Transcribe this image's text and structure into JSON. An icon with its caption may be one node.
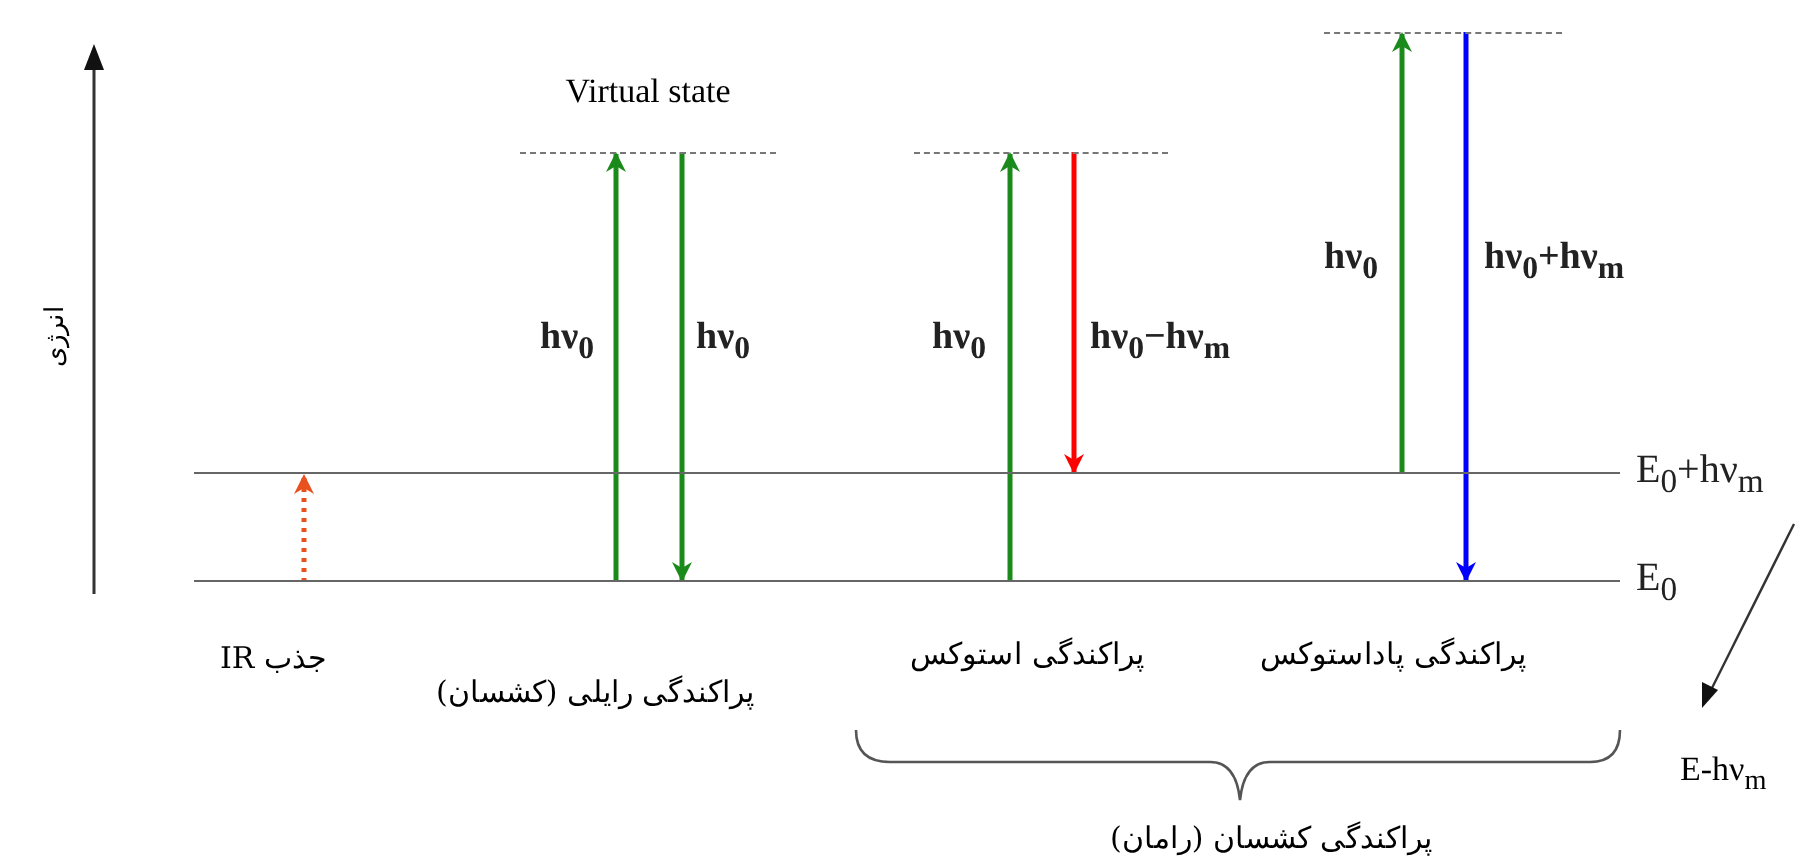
{
  "diagram": {
    "nodes": [
      {
        "text": [
          "Virtual state"
        ]
      },
      {
        "text": [],
        "shape": "bar"
      },
      {
        "text": [],
        "shape": "bar"
      },
      {
        "text": [
          "E$_{0}$+hν$_{m}$"
        ]
      },
      {
        "text": [
          "E$_{0}$"
        ]
      }
    ],
    "edges": [
      {
        "from": 4,
        "to": 3,
        "arrow": "to",
        "style": "dashed",
        "color": "#e8501e"
      },
      {
        "from": 4,
        "to": 0,
        "arrow": "to",
        "label": "hν$_{0}$"
      },
      {
        "from": 0,
        "to": 4,
        "arrow": "to",
        "label": "hν$_{0}$"
      },
      {
        "from": 4,
        "to": 1,
        "arrow": "to",
        "label": "hν$_{0}$"
      },
      {
        "from": 1,
        "to": 3,
        "arrow": "to",
        "label": "hν$_{0}$−hν$_{m}$",
        "color": "#ff0000"
      },
      {
        "from": 3,
        "to": 2,
        "arrow": "to",
        "label": "hν$_{0}$"
      },
      {
        "from": 2,
        "to": 4,
        "arrow": "to",
        "label": "hν$_{0}$+hν$_{m}$",
        "color": "#0000ff"
      }
    ],
    "labels": [
      "انرژی",
      "جذب IR",
      "پراکندگی رایلی (کشسان)",
      "پراکندگی استوکس",
      "پراکندگی پاداستوکس",
      "پراکندگی کشسان (رامان)",
      "E-hν$_{m}$"
    ]
  }
}
